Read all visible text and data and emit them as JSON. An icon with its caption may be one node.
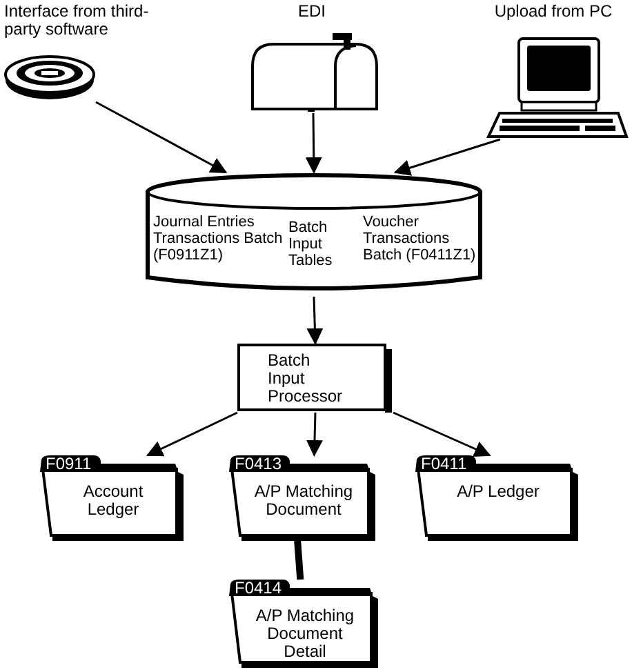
{
  "diagram": {
    "nodes": [
      {
        "text": [
          "Interface from third-party software"
        ]
      },
      {
        "text": [
          "EDI"
        ]
      },
      {
        "text": [
          "Upload from PC"
        ]
      },
      {
        "text": [
          "Journal Entries Transactions Batch (F0911Z1)",
          "Batch Input Tables",
          "Voucher Transactions Batch (F0411Z1)"
        ]
      },
      {
        "text": [
          "Batch Input Processor"
        ]
      },
      {
        "text": [
          "F0911",
          "Account Ledger"
        ]
      },
      {
        "text": [
          "F0413",
          "A/P Matching Document"
        ]
      },
      {
        "text": [
          "F0411",
          "A/P Ledger"
        ]
      },
      {
        "text": [
          "F0414",
          "A/P Matching Document Detail"
        ]
      }
    ],
    "edges": [
      {
        "from": 0,
        "to": 3,
        "arrow": "to"
      },
      {
        "from": 1,
        "to": 3,
        "arrow": "to"
      },
      {
        "from": 2,
        "to": 3,
        "arrow": "to"
      },
      {
        "from": 3,
        "to": 4,
        "arrow": "to"
      },
      {
        "from": 4,
        "to": 5,
        "arrow": "to"
      },
      {
        "from": 4,
        "to": 6,
        "arrow": "to"
      },
      {
        "from": 4,
        "to": 7,
        "arrow": "to"
      },
      {
        "from": 6,
        "to": 8,
        "arrow": "none",
        "style": "thick"
      }
    ]
  }
}
